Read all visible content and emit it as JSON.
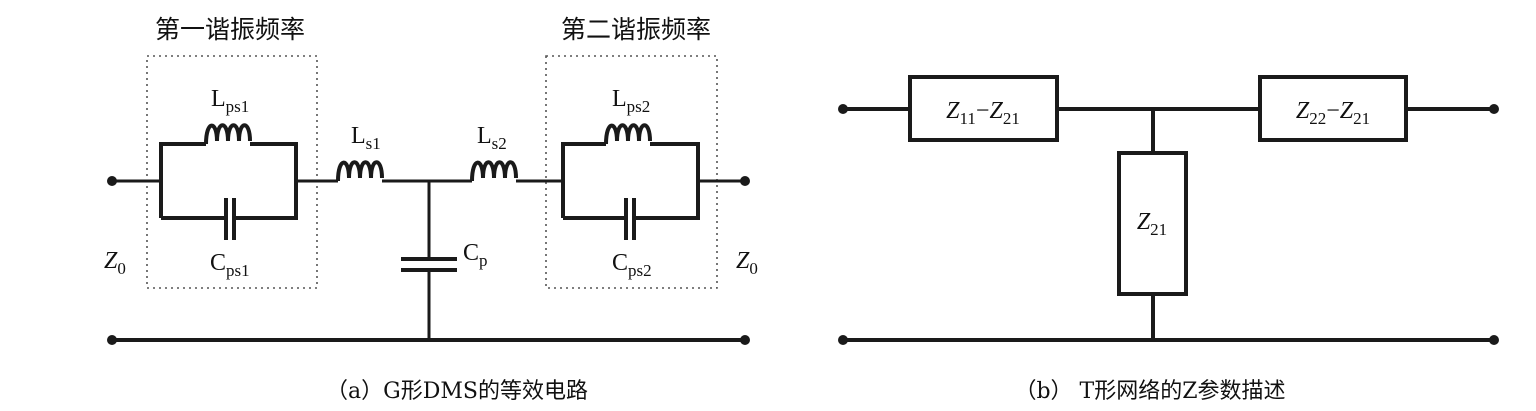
{
  "panel_a": {
    "group1_title": "第一谐振频率",
    "group2_title": "第二谐振频率",
    "Lps1": {
      "main": "L",
      "sub": "ps1"
    },
    "Cps1": {
      "main": "C",
      "sub": "ps1"
    },
    "Ls1": {
      "main": "L",
      "sub": "s1"
    },
    "Ls2": {
      "main": "L",
      "sub": "s2"
    },
    "Cp": {
      "main": "C",
      "sub": "p"
    },
    "Lps2": {
      "main": "L",
      "sub": "ps2"
    },
    "Cps2": {
      "main": "C",
      "sub": "ps2"
    },
    "Z0_left": {
      "main": "Z",
      "sub": "0"
    },
    "Z0_right": {
      "main": "Z",
      "sub": "0"
    },
    "caption": "（a）G形DMS的等效电路"
  },
  "panel_b": {
    "box_left": {
      "a": "Z",
      "a_sub": "11",
      "dash": "−",
      "b": "Z",
      "b_sub": "21"
    },
    "box_right": {
      "a": "Z",
      "a_sub": "22",
      "dash": "−",
      "b": "Z",
      "b_sub": "21"
    },
    "box_mid": {
      "main": "Z",
      "sub": "21"
    },
    "caption": "（b） T形网络的Z参数描述"
  }
}
